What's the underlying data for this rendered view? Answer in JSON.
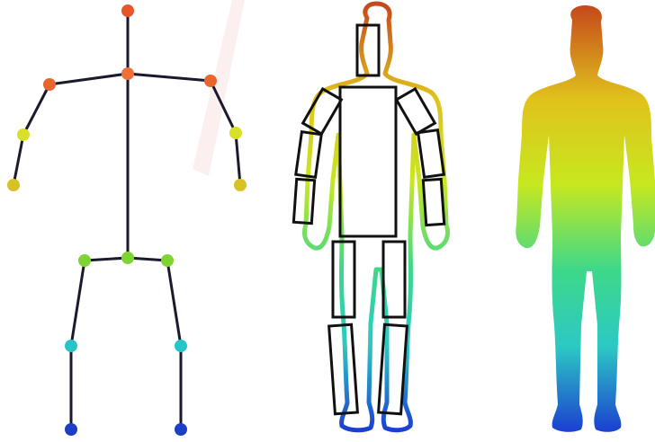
{
  "figure": {
    "panels": [
      {
        "id": "skeleton",
        "kind": "keypoint-skeleton"
      },
      {
        "id": "part-boxes",
        "kind": "body-part-rectangles-over-outline"
      },
      {
        "id": "silhouette",
        "kind": "filled-body-silhouette"
      }
    ],
    "gradient": {
      "top": "#c5481b",
      "upper": "#e0c21c",
      "middle": "#c7e81f",
      "lower_mid": "#3ed88a",
      "lower": "#2cc9c4",
      "bottom": "#1b3fd0"
    },
    "bone_color": "#1a1a2e",
    "box_stroke": "#111111",
    "joint_colors": {
      "head": "#e8552a",
      "neck": "#ee6f37",
      "shoulder": "#e8652d",
      "elbow": "#d9e02a",
      "wrist": "#d6c224",
      "hip": "#7ed433",
      "knee": "#27c5c9",
      "ankle": "#1c3fc6"
    }
  }
}
